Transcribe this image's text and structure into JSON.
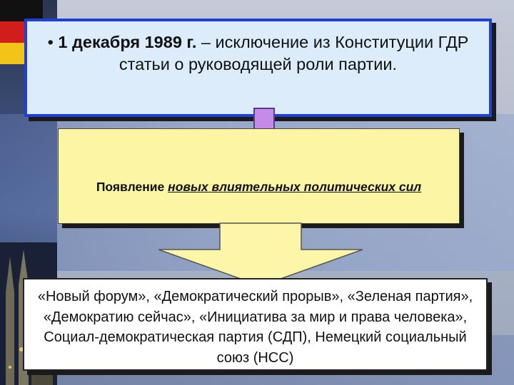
{
  "top": {
    "bullet": "•",
    "date": "1 декабря 1989 г.",
    "text": " – исключение из Конституции ГДР статьи о руководящей роли партии."
  },
  "middle": {
    "prefix": "Появление ",
    "emphasis": "новых влиятельных политических сил"
  },
  "bottom": {
    "text": "«Новый форум», «Демократический прорыв», «Зеленая партия», «Демократию сейчас», «Инициатива за мир и права человека», Социал-демократическая партия (СДП), Немецкий социальный союз (НСС)"
  },
  "colors": {
    "top_border": "#1f3fd6",
    "top_fill": "#dcecfb",
    "middle_fill": "#fbf5a4",
    "arrow1_fill": "#c48be8",
    "arrow2_fill": "#fdf6a9"
  }
}
